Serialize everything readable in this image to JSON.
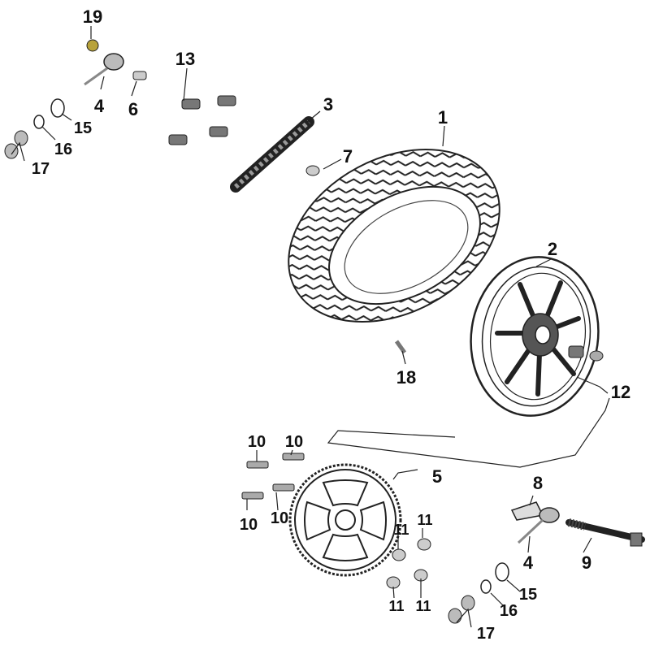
{
  "diagram": {
    "type": "exploded-parts-diagram",
    "subject": "rear wheel assembly",
    "colors": {
      "line": "#1a1a1a",
      "part_fill": "#ffffff",
      "shade": "#8a8a8a",
      "brass": "#b8a23a"
    },
    "labels": {
      "p1": "1",
      "p2": "2",
      "p3": "3",
      "p4a": "4",
      "p4b": "4",
      "p5": "5",
      "p6": "6",
      "p7": "7",
      "p8": "8",
      "p9": "9",
      "p10a": "10",
      "p10b": "10",
      "p10c": "10",
      "p10d": "10",
      "p11a": "11",
      "p11b": "11",
      "p11c": "11",
      "p11d": "11",
      "p12": "12",
      "p13": "13",
      "p15a": "15",
      "p15b": "15",
      "p16a": "16",
      "p16b": "16",
      "p17a": "17",
      "p17b": "17",
      "p18": "18",
      "p19": "19"
    }
  }
}
